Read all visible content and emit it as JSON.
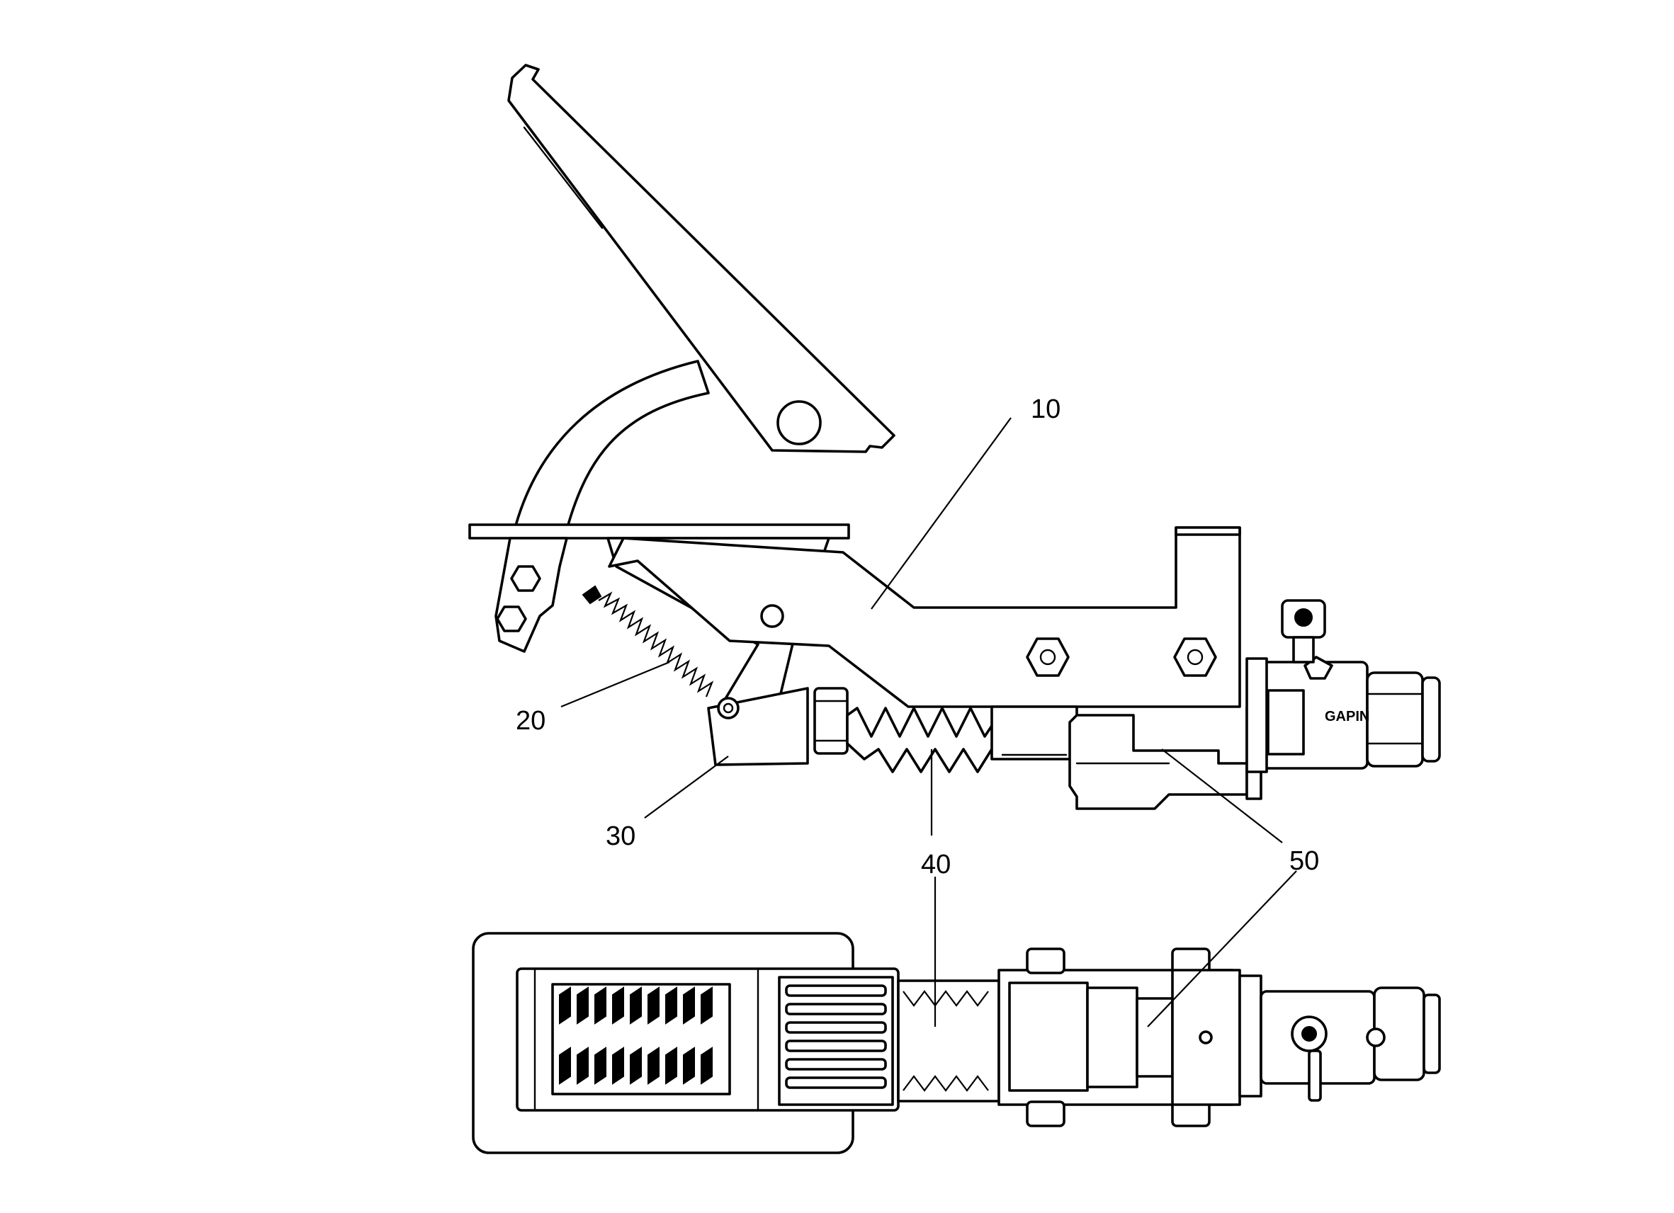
{
  "figure": {
    "callouts": [
      {
        "id": "10",
        "text": "10"
      },
      {
        "id": "20",
        "text": "20"
      },
      {
        "id": "30",
        "text": "30"
      },
      {
        "id": "40",
        "text": "40"
      },
      {
        "id": "50",
        "text": "50"
      }
    ],
    "colors": {
      "ink": "#000000",
      "paper": "#ffffff"
    }
  }
}
